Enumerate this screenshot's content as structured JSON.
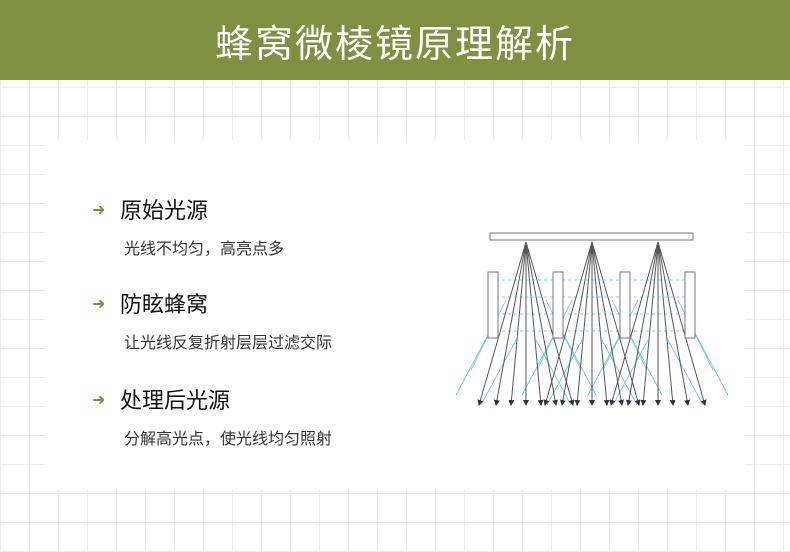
{
  "header": {
    "title": "蜂窝微棱镜原理解析"
  },
  "items": [
    {
      "title": "原始光源",
      "desc": "光线不均匀，高亮点多"
    },
    {
      "title": "防眩蜂窝",
      "desc": "让光线反复折射层层过滤交际"
    },
    {
      "title": "处理后光源",
      "desc": "分解高光点，使光线均匀照射"
    }
  ],
  "icons": {
    "bullet": "arrow-right-icon"
  },
  "colors": {
    "accent": "#7f9040",
    "ray": "#555555",
    "refracted": "#5cc8e0"
  }
}
